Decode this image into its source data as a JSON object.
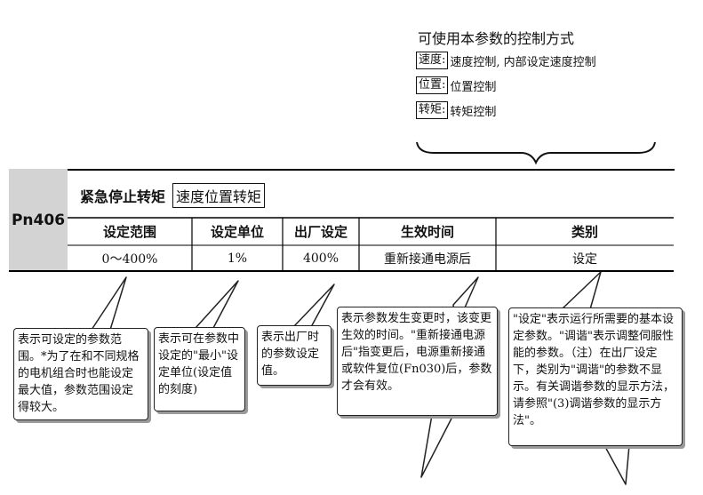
{
  "legend": {
    "title": "可使用本参数的控制方式",
    "rows": [
      {
        "tag": "速度:",
        "text": "速度控制, 内部设定速度控制"
      },
      {
        "tag": "位置:",
        "text": "位置控制"
      },
      {
        "tag": "转矩:",
        "text": "转矩控制"
      }
    ]
  },
  "param": {
    "number": "Pn406",
    "name": "紧急停止转矩",
    "modes": "速度位置转矩",
    "headers": [
      "设定范围",
      "设定单位",
      "出厂设定",
      "生效时间",
      "类别"
    ],
    "values": [
      "0～400%",
      "1%",
      "400%",
      "重新接通电源后",
      "设定"
    ]
  },
  "callouts": [
    "表示可设定的参数范围。*为了在和不同规格的电机组合时也能设定最大值，参数范围设定得较大。",
    "表示可在参数中设定的\"最小\"设定单位(设定值的刻度)",
    "表示出厂时的参数设定值。",
    "表示参数发生变更时，该变更生效的时间。\"重新接通电源后\"指变更后，电源重新接通或软件复位(Fn030)后，参数才会有效。",
    "\"设定\"表示运行所需要的基本设定参数。\"调谐\"表示调整伺服性能的参数。（注）在出厂设定下，类别为\"调谐\"的参数不显示。有关调谐参数的显示方法，请参照\"(3)调谐参数的显示方法\"。"
  ]
}
